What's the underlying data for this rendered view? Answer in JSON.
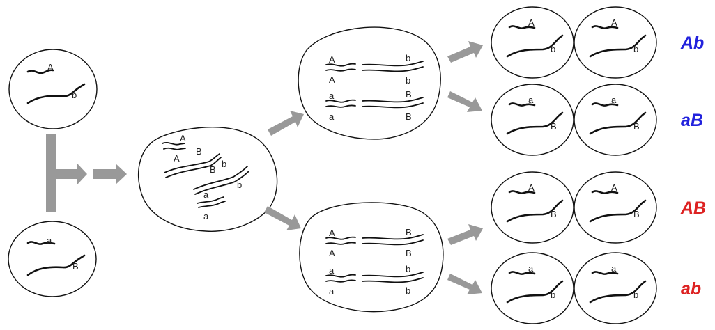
{
  "parents": [
    {
      "allele_short": "A",
      "allele_long": "b"
    },
    {
      "allele_short": "a",
      "allele_long": "B"
    }
  ],
  "meiosis_cell": {
    "labels": [
      "A",
      "A",
      "B",
      "B",
      "b",
      "b",
      "a",
      "a"
    ]
  },
  "division_cells": [
    {
      "top_left": [
        "A",
        "A"
      ],
      "top_right": [
        "b",
        "b"
      ],
      "bottom_left": [
        "a",
        "a"
      ],
      "bottom_right": [
        "B",
        "B"
      ]
    },
    {
      "top_left": [
        "A",
        "A"
      ],
      "top_right": [
        "B",
        "B"
      ],
      "bottom_left": [
        "a",
        "a"
      ],
      "bottom_right": [
        "b",
        "b"
      ]
    }
  ],
  "gametes": [
    {
      "genotype": "Ab",
      "short": "A",
      "long": "b",
      "color": "#2222dd"
    },
    {
      "genotype": "aB",
      "short": "a",
      "long": "B",
      "color": "#2222dd"
    },
    {
      "genotype": "AB",
      "short": "A",
      "long": "B",
      "color": "#dd2222"
    },
    {
      "genotype": "ab",
      "short": "a",
      "long": "b",
      "color": "#dd2222"
    }
  ],
  "colors": {
    "arrow": "#999999",
    "outline": "#111111",
    "recombinant": "#2222dd",
    "parental": "#dd2222"
  }
}
